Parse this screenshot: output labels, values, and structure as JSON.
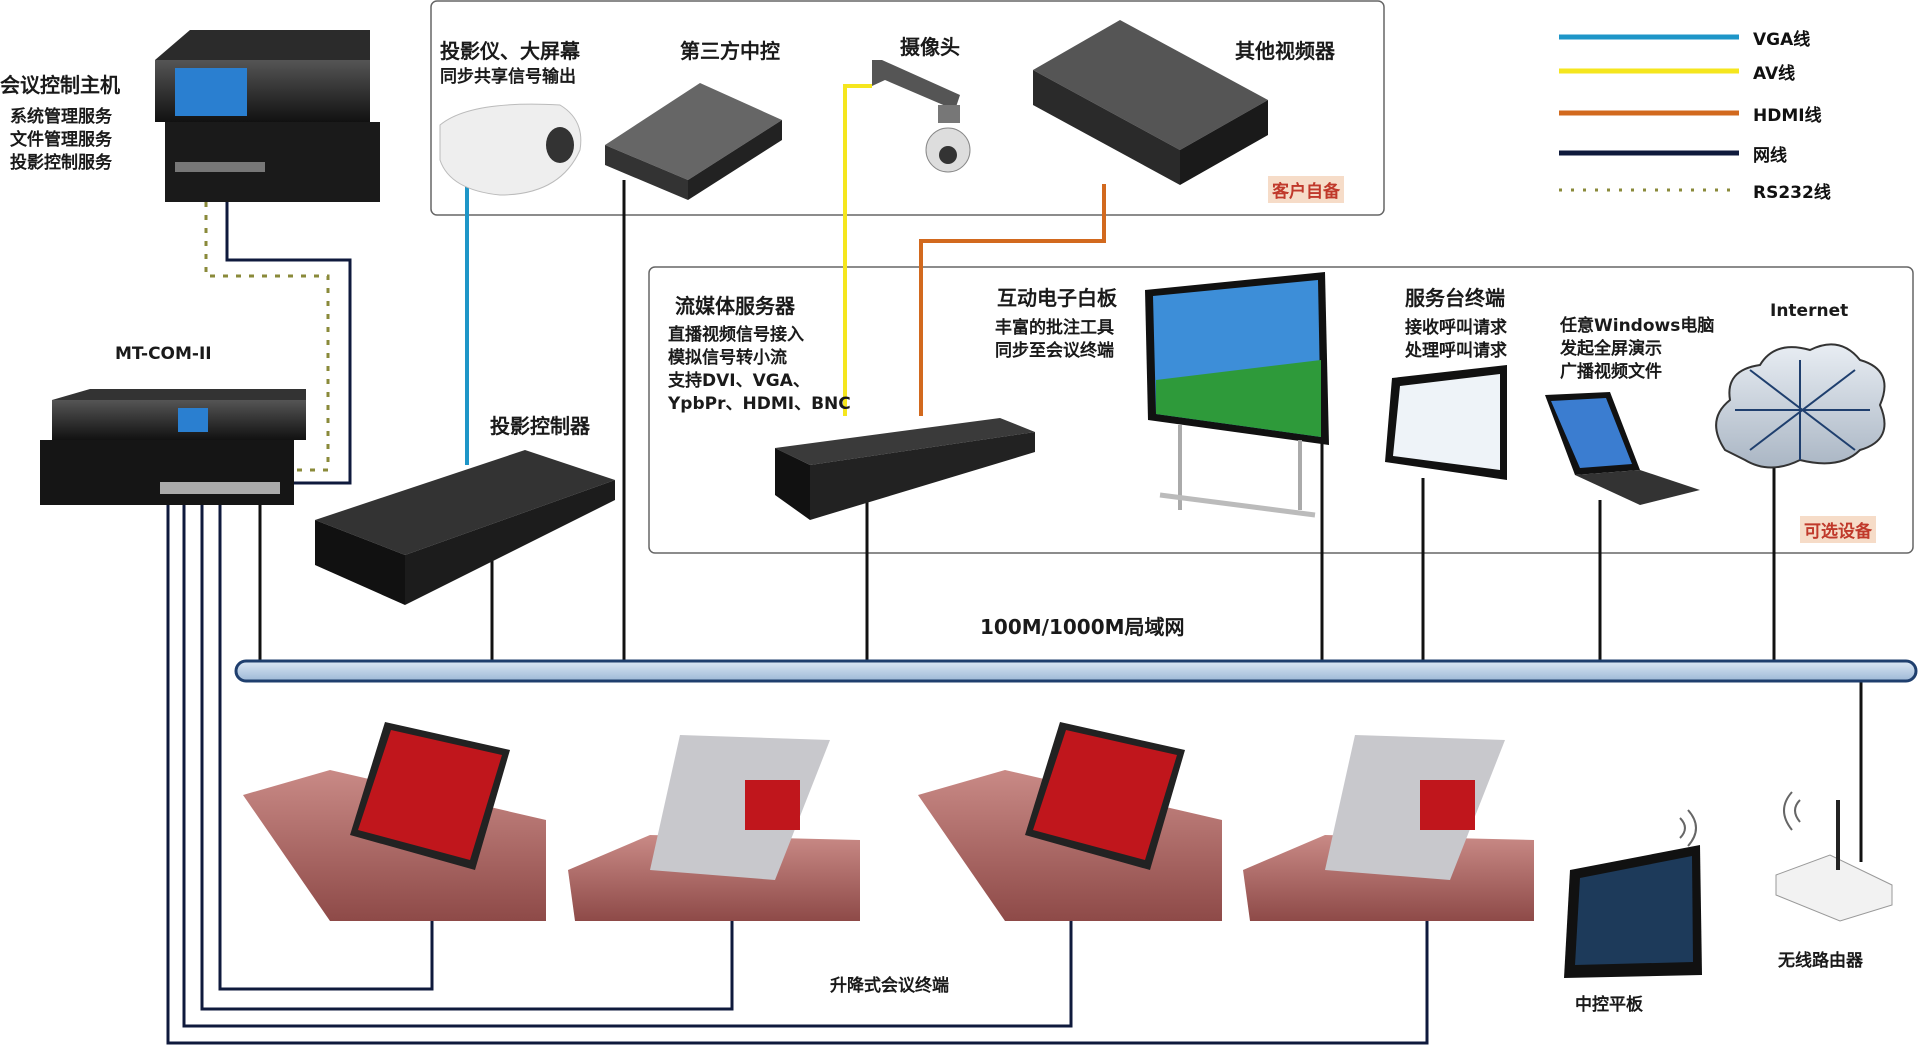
{
  "legend": {
    "items": [
      {
        "label": "VGA线",
        "color": "#1e96c8",
        "style": "solid"
      },
      {
        "label": "AV线",
        "color": "#f5e61e",
        "style": "solid"
      },
      {
        "label": "HDMI线",
        "color": "#d2691e",
        "style": "solid"
      },
      {
        "label": "网线",
        "color": "#0f1a3c",
        "style": "solid"
      },
      {
        "label": "RS232线",
        "color": "#8a8a3a",
        "style": "dotted"
      }
    ]
  },
  "host": {
    "title": "会议控制主机",
    "lines": [
      "系统管理服务",
      "文件管理服务",
      "投影控制服务"
    ]
  },
  "mtcom": {
    "title": "MT-COM-II"
  },
  "customer_group": {
    "tag": "客户自备",
    "projector": {
      "title": "投影仪、大屏幕",
      "sub": "同步共享信号输出"
    },
    "third_party": {
      "title": "第三方中控"
    },
    "camera": {
      "title": "摄像头"
    },
    "other_video": {
      "title": "其他视频器"
    }
  },
  "optional_group": {
    "tag": "可选设备",
    "streaming": {
      "title": "流媒体服务器",
      "lines": [
        "直播视频信号接入",
        "模拟信号转小流",
        "支持DVI、VGA、",
        "YpbPr、HDMI、BNC"
      ]
    },
    "whiteboard": {
      "title": "互动电子白板",
      "lines": [
        "丰富的批注工具",
        "同步至会议终端"
      ]
    },
    "service": {
      "title": "服务台终端",
      "lines": [
        "接收呼叫请求",
        "处理呼叫请求"
      ]
    },
    "windows_pc": {
      "lines": [
        "任意Windows电脑",
        "发起全屏演示",
        "广播视频文件"
      ]
    },
    "internet": {
      "title": "Internet"
    }
  },
  "projector_controller": {
    "title": "投影控制器"
  },
  "lan": {
    "title": "100M/1000M局域网"
  },
  "terminals": {
    "title": "升降式会议终端"
  },
  "tablet": {
    "title": "中控平板"
  },
  "router": {
    "title": "无线路由器"
  }
}
